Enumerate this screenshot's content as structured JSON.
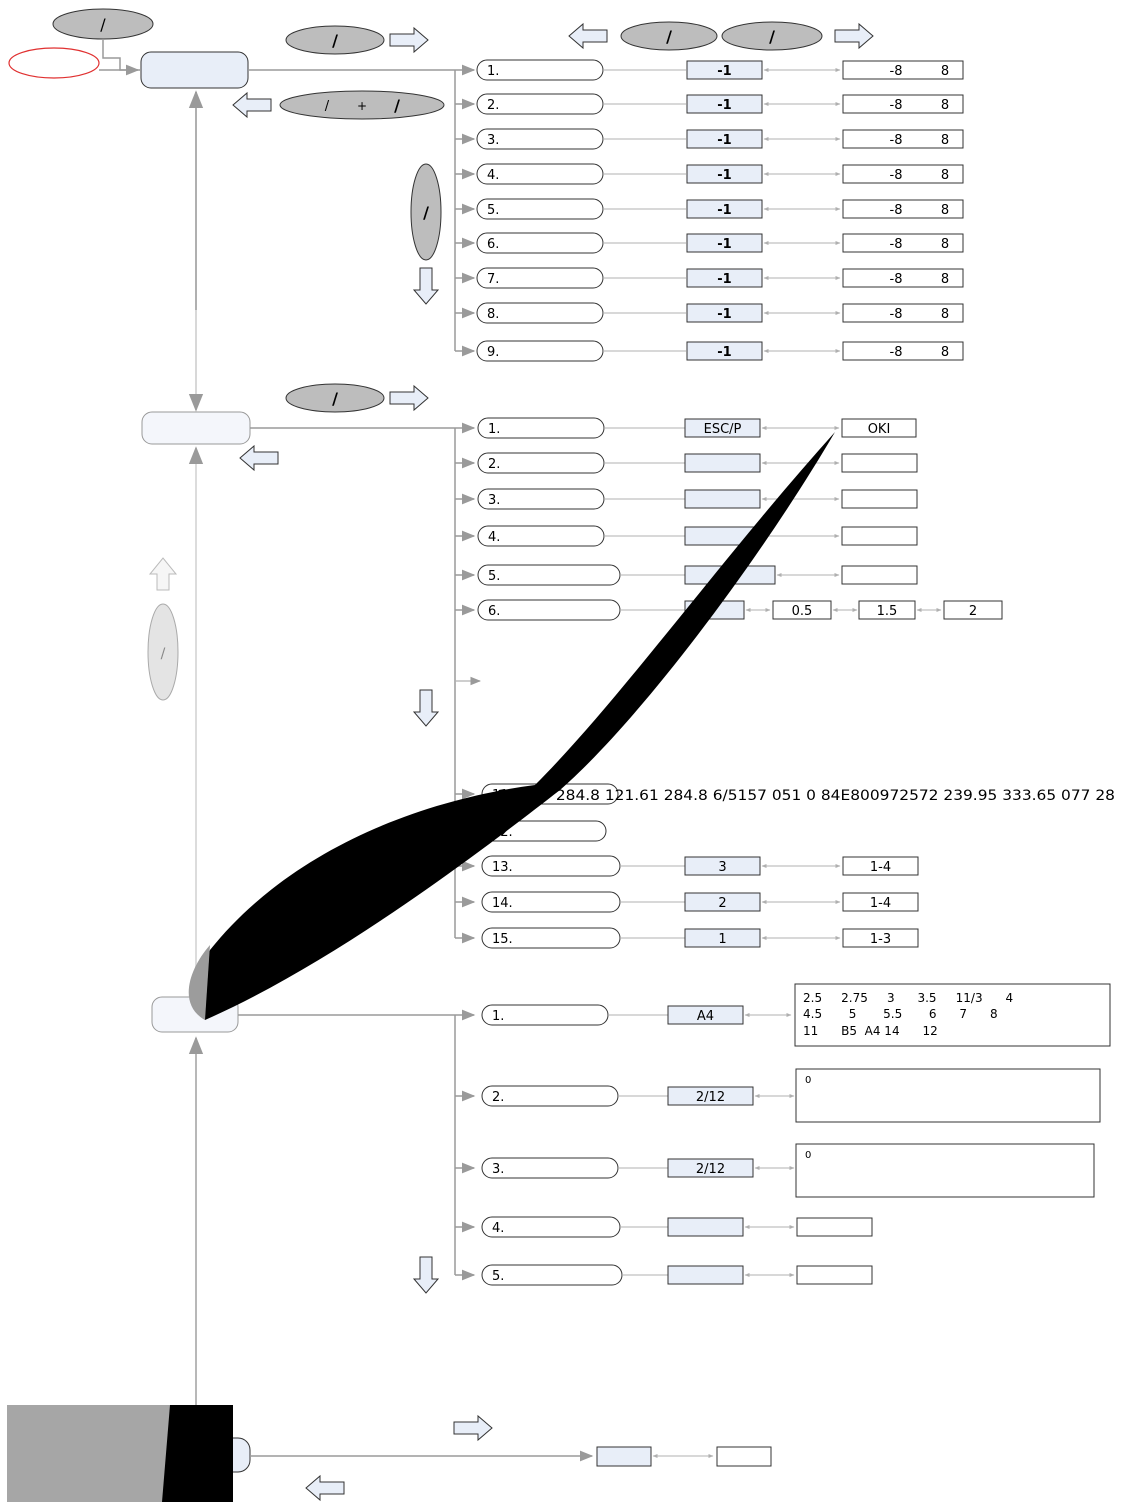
{
  "top": {
    "selector_label": "/",
    "forward_label": "/",
    "back_label_left": "/",
    "back_label_plus": "+",
    "back_label_right": "/",
    "nav_label_left": "/",
    "nav_label_right": "/",
    "vertical_label": "/"
  },
  "section1": {
    "items": [
      "1.",
      "2.",
      "3.",
      "4.",
      "5.",
      "6.",
      "7.",
      "8.",
      "9."
    ],
    "value": "-1",
    "range_min": "-8",
    "range_max": "8"
  },
  "section2": {
    "forward_label": "/",
    "items": [
      "1.",
      "2.",
      "3.",
      "4.",
      "5.",
      "6."
    ],
    "row1_value": "ESC/P",
    "row1_option": "OKI",
    "row6_options": [
      "0.5",
      "1.5",
      "2"
    ],
    "lower_items": [
      "12.",
      "13.",
      "14.",
      "15."
    ],
    "row11_text": "11",
    "garbled_text": "110.77 284.8 121.61 284.8 6/5157 051 0 84E800972572 239.95 333.65 077 28",
    "lower_values": [
      "3",
      "2",
      "1"
    ],
    "lower_ranges": [
      "1-4",
      "1-4",
      "1-3"
    ],
    "side_label": "/"
  },
  "section3": {
    "items": [
      "1.",
      "2.",
      "3.",
      "4.",
      "5."
    ],
    "row1_value": "A4",
    "size_list_lines": [
      "2.5     2.75     3      3.5     11/3      4",
      "4.5       5       5.5       6      7      8",
      "11      B5  A4 14      12"
    ],
    "row2_value": "2/12",
    "row2_note": "0",
    "row3_value": "2/12",
    "row3_note": "0"
  }
}
